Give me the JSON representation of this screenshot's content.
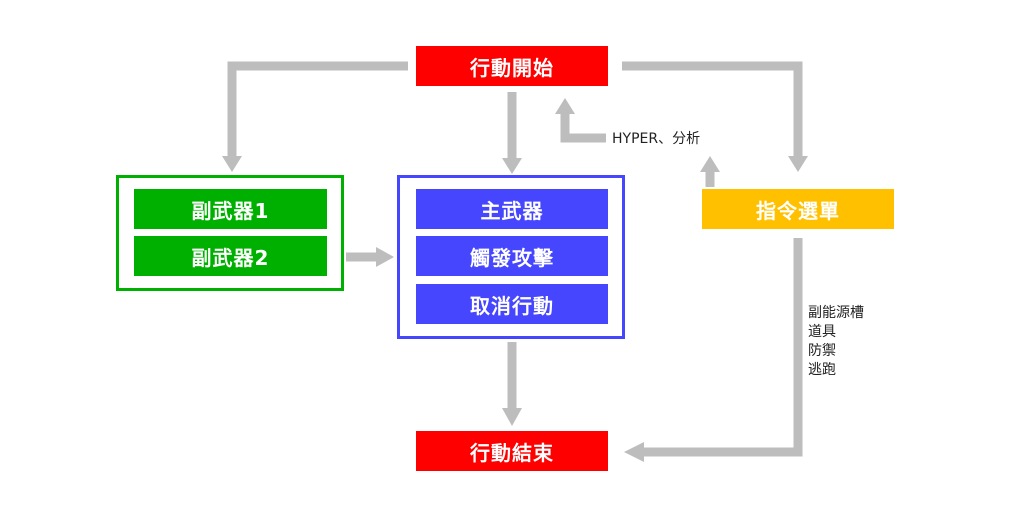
{
  "nodes": {
    "start": "行動開始",
    "end": "行動結束",
    "sub_weapon_1": "副武器1",
    "sub_weapon_2": "副武器2",
    "main_weapon": "主武器",
    "trigger_attack": "觸發攻擊",
    "cancel_action": "取消行動",
    "command_menu": "指令選單"
  },
  "edge_labels": {
    "hyper_analysis": "HYPER、分析",
    "menu_options": [
      "副能源槽",
      "道具",
      "防禦",
      "逃跑"
    ]
  },
  "colors": {
    "start_end": "#ff0000",
    "sub_weapons": "#00b000",
    "main_group": "#4646ff",
    "command_menu": "#ffc000",
    "arrow": "#bdbdbd"
  }
}
